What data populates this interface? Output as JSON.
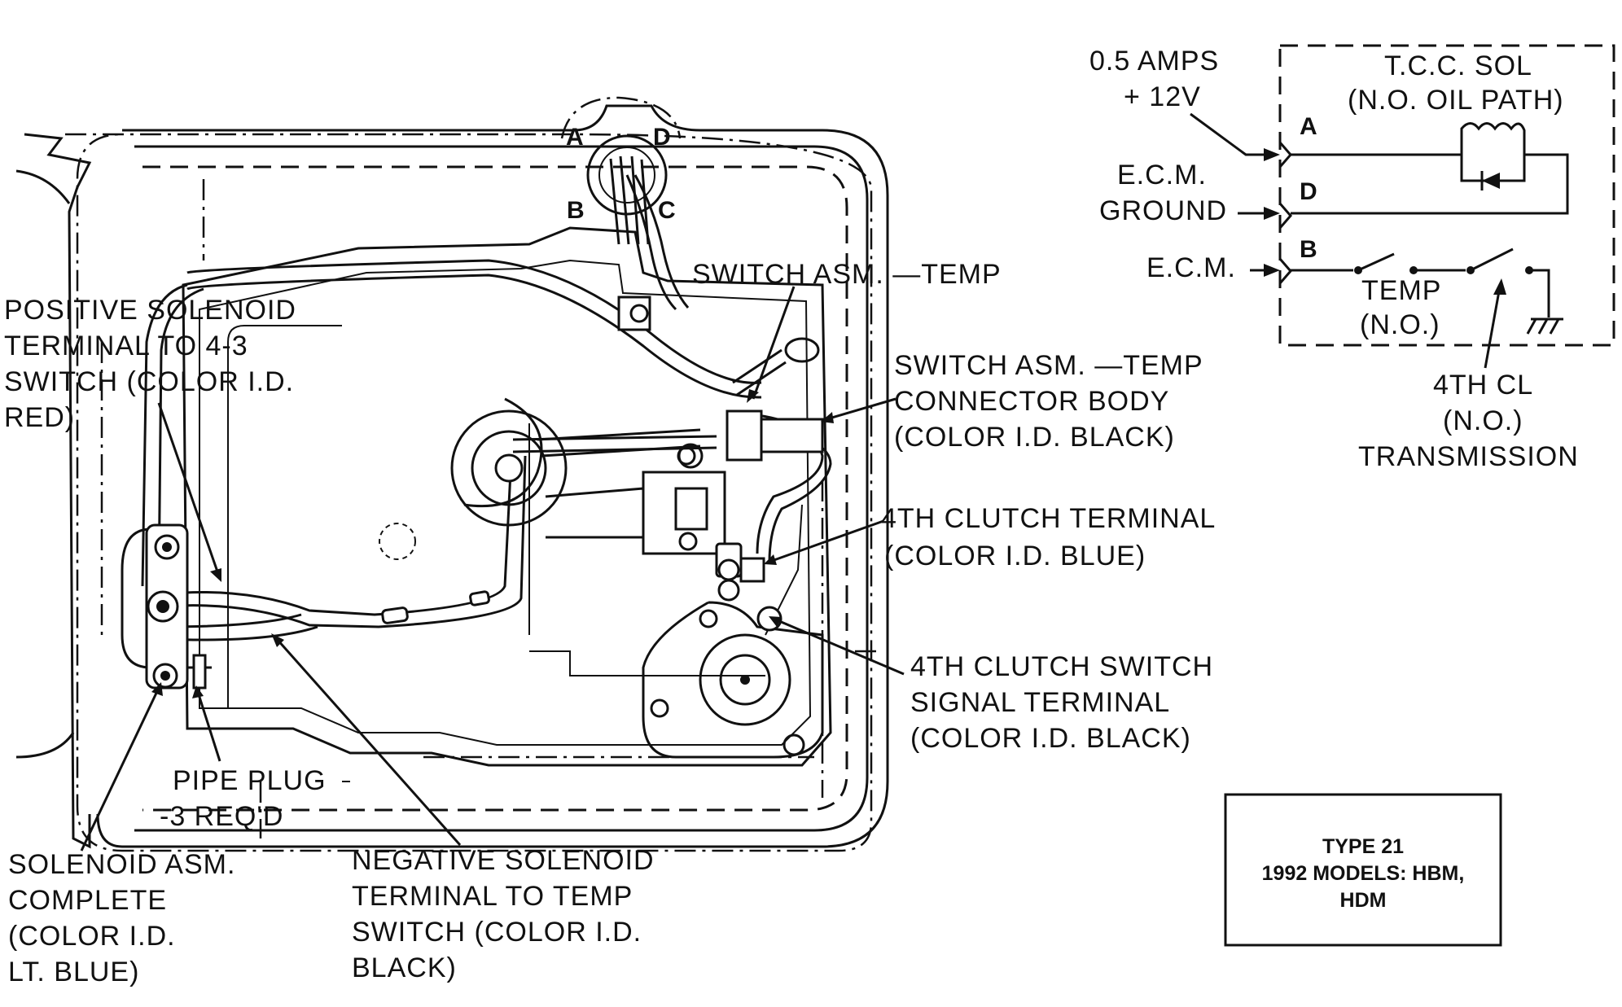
{
  "schematic": {
    "title_line1": "T.C.C. SOL",
    "title_line2": "(N.O. OIL PATH)",
    "amps": "0.5 AMPS",
    "volts": "+ 12V",
    "ecm_ground_1": "E.C.M.",
    "ecm_ground_2": "GROUND",
    "ecm": "E.C.M.",
    "term_a": "A",
    "term_d": "D",
    "term_b": "B",
    "temp_1": "TEMP",
    "temp_2": "(N.O.)",
    "fourth_1": "4TH CL",
    "fourth_2": "(N.O.)",
    "fourth_3": "TRANSMISSION"
  },
  "connector": {
    "a": "A",
    "b": "B",
    "c": "C",
    "d": "D"
  },
  "labels": {
    "switch_temp": "SWITCH ASM. —TEMP",
    "positive_1": "POSITIVE SOLENOID",
    "positive_2": "TERMINAL TO 4-3",
    "positive_3": "SWITCH (COLOR I.D.",
    "positive_4": "RED)",
    "connector_1": "SWITCH ASM. —TEMP",
    "connector_2": "CONNECTOR BODY",
    "connector_3": "(COLOR I.D. BLACK)",
    "clutch_terminal_1": "4TH CLUTCH TERMINAL",
    "clutch_terminal_2": "(COLOR I.D. BLUE)",
    "clutch_switch_1": "4TH CLUTCH SWITCH",
    "clutch_switch_2": "SIGNAL TERMINAL",
    "clutch_switch_3": "(COLOR I.D. BLACK)",
    "pipe_plug_1": "PIPE PLUG",
    "pipe_plug_2": "-3 REQ'D",
    "solenoid_1": "SOLENOID ASM.",
    "solenoid_2": "COMPLETE",
    "solenoid_3": "(COLOR I.D.",
    "solenoid_4": "LT. BLUE)",
    "negative_1": "NEGATIVE SOLENOID",
    "negative_2": "TERMINAL TO TEMP",
    "negative_3": "SWITCH (COLOR I.D.",
    "negative_4": "BLACK)"
  },
  "type_box": {
    "line1": "TYPE 21",
    "line2": "1992 MODELS: HBM,",
    "line3": "HDM"
  }
}
